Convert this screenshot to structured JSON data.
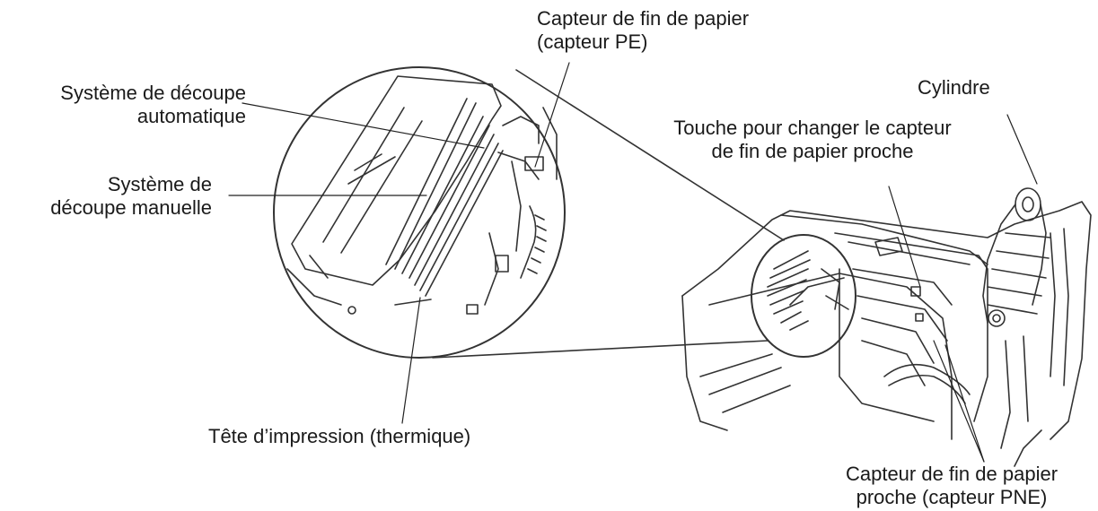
{
  "labels": {
    "paper_end_sensor": [
      "Capteur de fin de papier",
      "(capteur PE)"
    ],
    "autocutter": [
      "Système de découpe",
      "automatique"
    ],
    "manual_cutter": [
      "Système de",
      "découpe manuelle"
    ],
    "platen": [
      "Cylindre"
    ],
    "pne_switch": [
      "Touche pour changer le capteur",
      "de fin de papier proche"
    ],
    "print_head": [
      "Tête d’impression (thermique)"
    ],
    "near_end_sensor": [
      "Capteur de fin de papier",
      "proche (capteur PNE)"
    ]
  }
}
